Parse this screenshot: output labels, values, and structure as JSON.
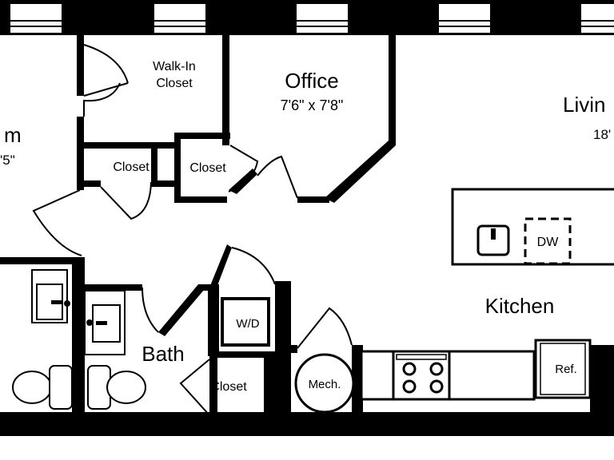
{
  "colors": {
    "wall": "#000000",
    "floor": "#ffffff"
  },
  "rooms": {
    "left_room_partial": {
      "name": "m",
      "dimensions": "'5\""
    },
    "walk_in_closet": {
      "line1": "Walk-In",
      "line2": "Closet"
    },
    "office": {
      "name": "Office",
      "dimensions": "7'6\" x 7'8\""
    },
    "living_partial": {
      "name": "Livin",
      "dimensions": "18'"
    },
    "closet_left": "Closet",
    "closet_right": "Closet",
    "bath": "Bath",
    "washer_dryer": "W/D",
    "closet_bottom": "Closet",
    "mechanical": "Mech.",
    "kitchen": "Kitchen",
    "dishwasher": "DW",
    "refrigerator": "Ref."
  },
  "icons": [
    "sink-icon",
    "toilet-icon",
    "stove-icon",
    "door-swing-icon",
    "window-icon"
  ]
}
